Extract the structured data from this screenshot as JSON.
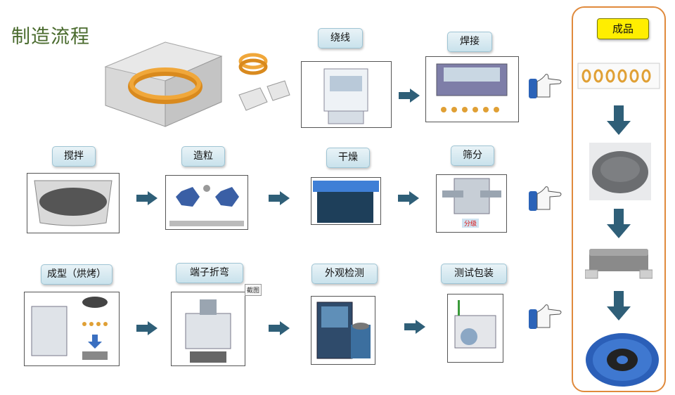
{
  "title": "制造流程",
  "steps": {
    "winding": "绕线",
    "welding": "焊接",
    "mixing": "搅拌",
    "granulation": "造粒",
    "drying": "干燥",
    "sieving": "筛分",
    "forming": "成型（烘烤）",
    "bending": "端子折弯",
    "inspection": "外观检测",
    "testing_packing": "测试包装"
  },
  "finished_product": "成品",
  "sieving_tag": "分级",
  "tooltip": "截图",
  "colors": {
    "arrow": "#2f5f78",
    "panel_border": "#e08a3c",
    "product_label_bg": "#ffee00",
    "title": "#4a6b2e",
    "label_bg": "#d4e8f0"
  }
}
